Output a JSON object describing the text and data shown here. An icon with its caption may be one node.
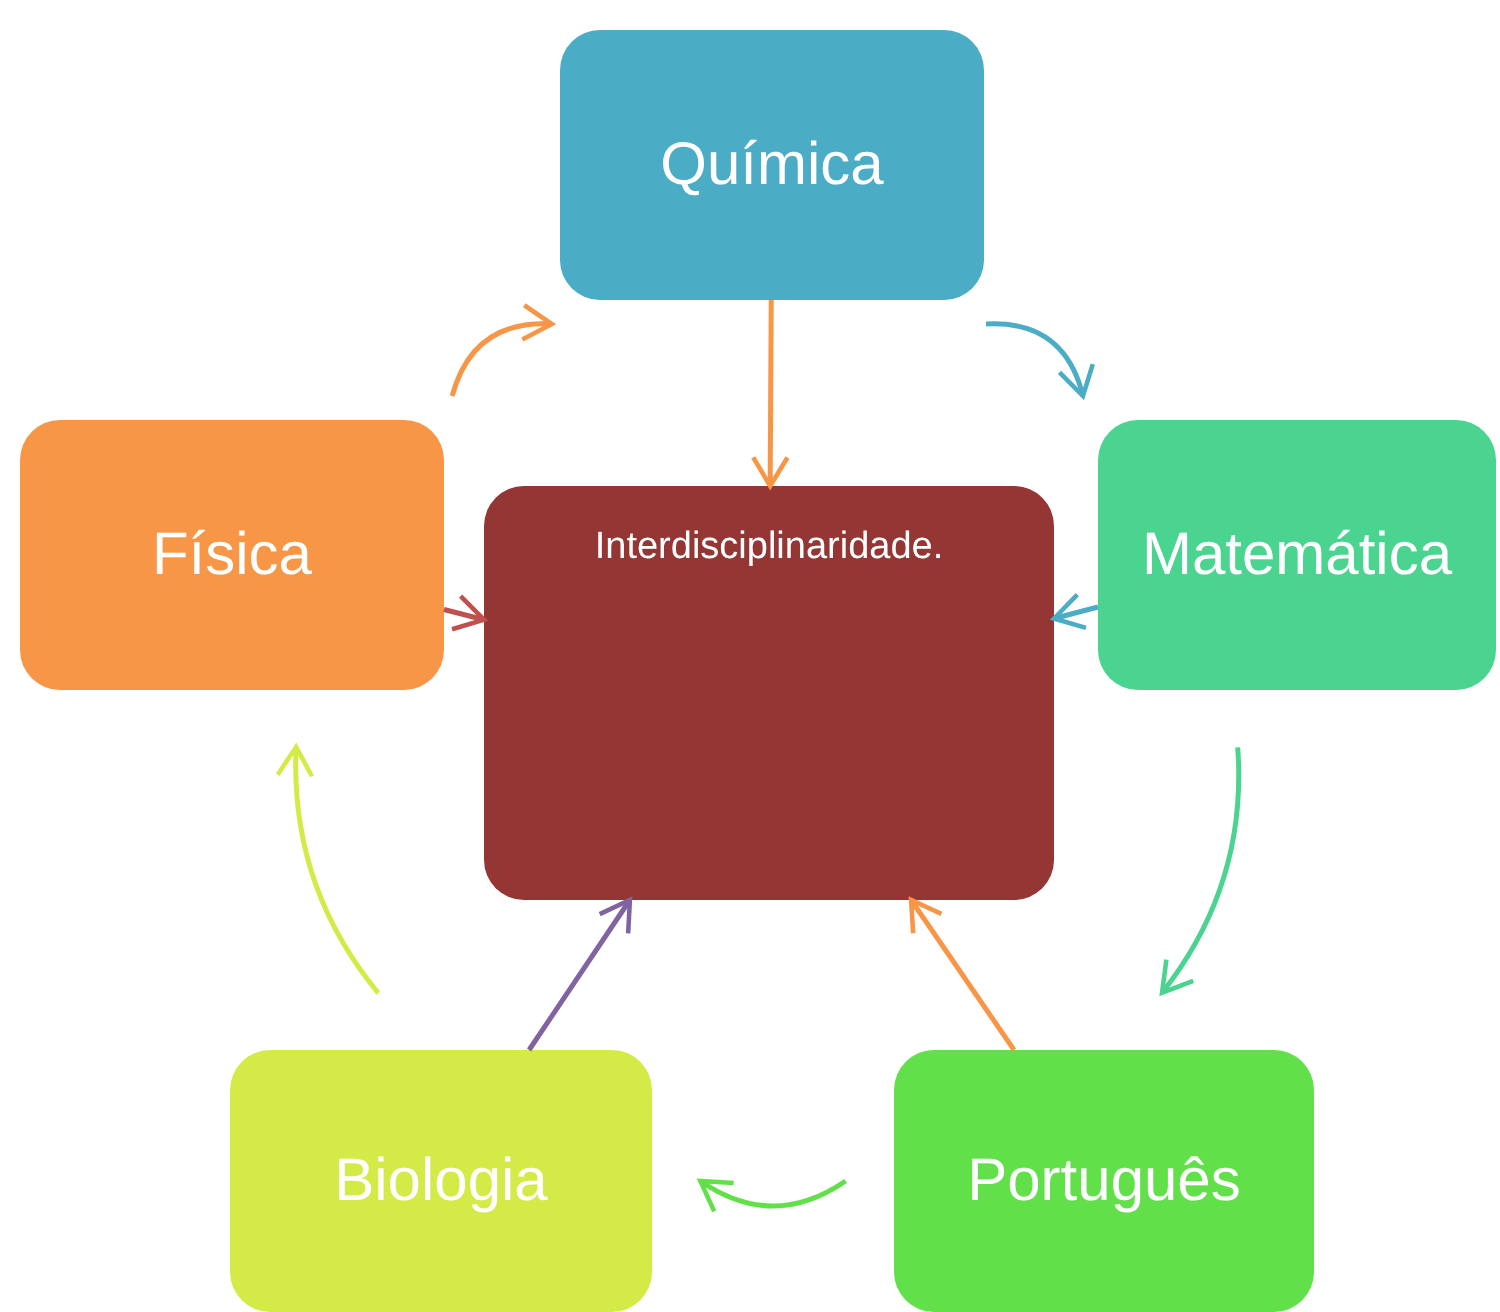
{
  "diagram": {
    "nodes": [
      {
        "text": [
          "Química"
        ]
      },
      {
        "text": [
          "Matemática"
        ]
      },
      {
        "text": [
          "Português"
        ]
      },
      {
        "text": [
          "Biologia"
        ]
      },
      {
        "text": [
          "Física"
        ]
      },
      {
        "text": [
          "Interdisciplinaridade."
        ]
      }
    ],
    "edges": [
      {
        "from": 0,
        "to": 1,
        "arrow": "to",
        "color": "#4bacc6"
      },
      {
        "from": 1,
        "to": 2,
        "arrow": "to",
        "color": "#4bd48f"
      },
      {
        "from": 2,
        "to": 3,
        "arrow": "to",
        "color": "#61e04a"
      },
      {
        "from": 3,
        "to": 4,
        "arrow": "to",
        "color": "#d4eb47"
      },
      {
        "from": 4,
        "to": 0,
        "arrow": "to",
        "color": "#f79646"
      },
      {
        "from": 0,
        "to": 5,
        "arrow": "to",
        "color": "#f79646"
      },
      {
        "from": 1,
        "to": 5,
        "arrow": "to",
        "color": "#4bacc6"
      },
      {
        "from": 2,
        "to": 5,
        "arrow": "to",
        "color": "#f79646"
      },
      {
        "from": 3,
        "to": 5,
        "arrow": "to",
        "color": "#8064a2"
      },
      {
        "from": 4,
        "to": 5,
        "arrow": "to",
        "color": "#c0504d"
      }
    ]
  }
}
